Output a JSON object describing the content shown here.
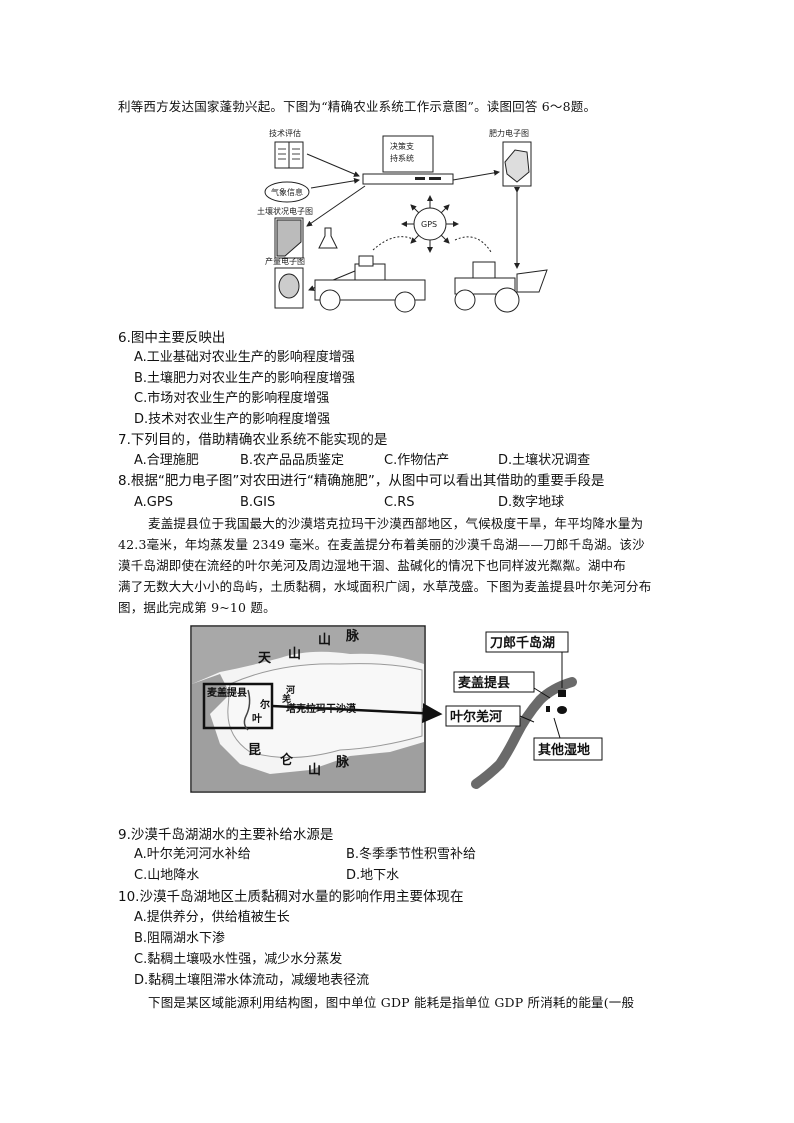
{
  "intro_line": "利等西方发达国家蓬勃兴起。下图为“精确农业系统工作示意图”。读图回答 6～8题。",
  "fig1": {
    "tech_eval": "技术评估",
    "decision_1": "决策支",
    "decision_2": "持系统",
    "fert_map": "肥力电子图",
    "weather": "气象信息",
    "soil_map": "土壤状况电子图",
    "gps": "GPS",
    "yield_map": "产量电子图"
  },
  "q6": {
    "stem": "6.图中主要反映出",
    "a": "A.工业基础对农业生产的影响程度增强",
    "b": "B.土壤肥力对农业生产的影响程度增强",
    "c": "C.市场对农业生产的影响程度增强",
    "d": "D.技术对农业生产的影响程度增强"
  },
  "q7": {
    "stem": "7.下列目的，借助精确农业系统不能实现的是",
    "a": "A.合理施肥",
    "b": "B.农产品品质鉴定",
    "c": "C.作物估产",
    "d": "D.土壤状况调查"
  },
  "q8": {
    "stem": "8.根据“肥力电子图”对农田进行“精确施肥”，从图中可以看出其借助的重要手段是",
    "a": "A.GPS",
    "b": "B.GIS",
    "c": "C.RS",
    "d": "D.数字地球"
  },
  "passage": [
    "麦盖提县位于我国最大的沙漠塔克拉玛干沙漠西部地区，气候极度干旱，年平均降水量为",
    "42.3毫米，年均蒸发量 2349 毫米。在麦盖提分布着美丽的沙漠千岛湖——刀郎千岛湖。该沙",
    "漠千岛湖即使在流经的叶尔羌河及周边湿地干涸、盐碱化的情况下也同样波光粼粼。湖中布",
    "满了无数大大小小的岛屿，土质黏稠，水域面积广阔，水草茂盛。下图为麦盖提县叶尔羌河分布",
    "图，据此完成第 9~10 题。"
  ],
  "map": {
    "tianshan": [
      "天",
      "山",
      "山",
      "脉"
    ],
    "kunlun": [
      "昆",
      "仑",
      "山",
      "脉"
    ],
    "desert": "塔克拉玛干沙漠",
    "maigaiti": "麦盖提县",
    "river_chars": [
      "河",
      "羌",
      "尔",
      "叶"
    ],
    "inset_lake": "刀郎千岛湖",
    "inset_county": "麦盖提县",
    "inset_river": "叶尔羌河",
    "inset_wetland": "其他湿地"
  },
  "q9": {
    "stem": "9.沙漠千岛湖湖水的主要补给水源是",
    "a": "A.叶尔羌河河水补给",
    "b": "B.冬季季节性积雪补给",
    "c": "C.山地降水",
    "d": "D.地下水"
  },
  "q10": {
    "stem": "10.沙漠千岛湖地区土质黏稠对水量的影响作用主要体现在",
    "a": "A.提供养分，供给植被生长",
    "b": "B.阻隔湖水下渗",
    "c": "C.黏稠土壤吸水性强，减少水分蒸发",
    "d": "D.黏稠土壤阻滞水体流动，减缓地表径流"
  },
  "last_line": "下图是某区域能源利用结构图，图中单位 GDP 能耗是指单位 GDP 所消耗的能量(一般"
}
